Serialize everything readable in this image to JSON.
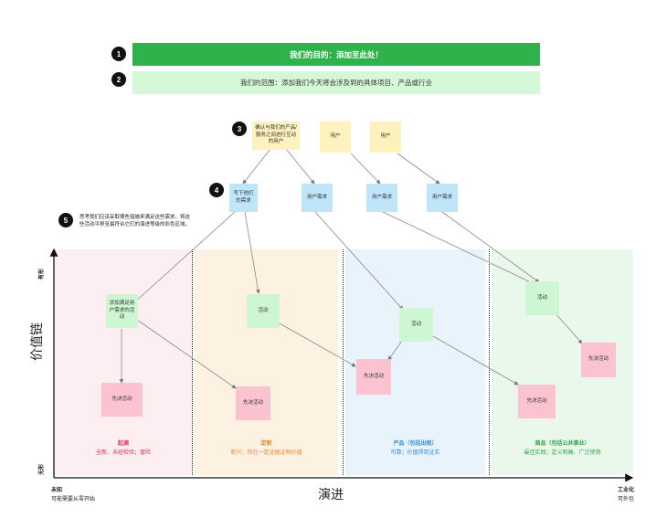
{
  "steps": [
    "1",
    "2",
    "3",
    "4",
    "5"
  ],
  "header": {
    "purpose": "我们的目的：添加至此处！",
    "scope": "我们的范围：添加我们今天将会涉及到的具体项目、产品或行业"
  },
  "users_note": "确认与我们的产品/服务之间进行互动的用户",
  "users": [
    "用户",
    "用户"
  ],
  "needs_note": "写下他们的需求",
  "user_needs": [
    "用户需求",
    "用户需求",
    "用户需求"
  ],
  "instruction": "思考我们应该采取哪些措施来满足这些需求。将这些活动平移至最符合它们的演进等级的彩色区域。",
  "zones": [
    {
      "title": "起源",
      "desc": "全新、未经检验；冒险"
    },
    {
      "title": "定制",
      "desc": "新兴；你在一定证据证明价值"
    },
    {
      "title": "产品（包括出租）",
      "desc": "可靠；价值得到证实"
    },
    {
      "title": "商品（包括公共事业）",
      "desc": "最佳实践；定义明确、广泛使用"
    }
  ],
  "activities": {
    "custom_need_activity": "添加满足用户需求的活动",
    "activity": "活动",
    "prerequisite": "先决活动"
  },
  "axes": {
    "y_title": "价值链",
    "y_top": "有形",
    "y_bottom": "无形",
    "x_title": "演进",
    "x_left": "未知",
    "x_left_sub": "可能需要从零开始",
    "x_right": "工业化",
    "x_right_sub": "可外包"
  },
  "colors": {
    "purpose_bar": "#2eb34b",
    "scope_bar": "#d5f8d9",
    "genesis_zone": "#fdeef1",
    "custom_zone": "#fdf1e2",
    "product_zone": "#e8f3fc",
    "commodity_zone": "#eaf8ec"
  }
}
